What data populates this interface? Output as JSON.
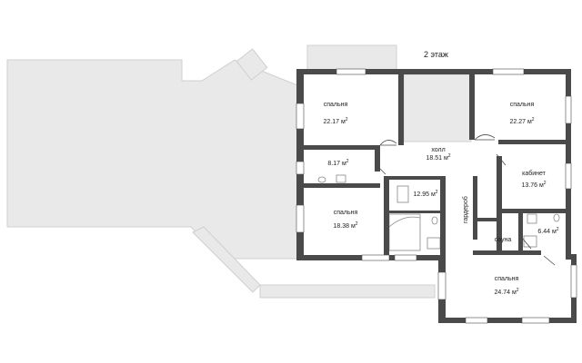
{
  "floor_label": "2 этаж",
  "area_unit": "м",
  "area_unit_exp": "2",
  "rooms": [
    {
      "id": "bedroom-1",
      "name": "спальня",
      "area": "22.17"
    },
    {
      "id": "hall",
      "name": "холл",
      "area": "18.51"
    },
    {
      "id": "bedroom-2",
      "name": "спальня",
      "area": "22.27"
    },
    {
      "id": "bath-1",
      "name": "",
      "area": "8.17"
    },
    {
      "id": "office",
      "name": "кабинет",
      "area": "13.76"
    },
    {
      "id": "bath-2",
      "name": "",
      "area": "12.95"
    },
    {
      "id": "bedroom-3",
      "name": "спальня",
      "area": "18.38"
    },
    {
      "id": "wardrobe",
      "name": "гардероб",
      "area": ""
    },
    {
      "id": "sauna",
      "name": "сауна",
      "area": ""
    },
    {
      "id": "shower",
      "name": "",
      "area": "6.44"
    },
    {
      "id": "bedroom-4",
      "name": "спальня",
      "area": "24.74"
    }
  ],
  "colors": {
    "wall": "#4a4a4a",
    "terrace": "#e9e9e9",
    "window": "#ffffff"
  }
}
